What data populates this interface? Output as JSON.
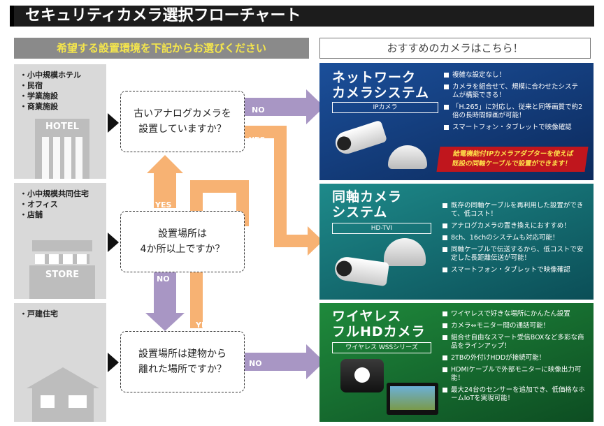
{
  "title": "セキュリティカメラ選択フローチャート",
  "left_header": "希望する設置環境を下記からお選びください",
  "right_header": "おすすめのカメラはこちら！",
  "environments": [
    {
      "items": [
        "・小中規模ホテル",
        "・民宿",
        "・学業施設",
        "・商業施設"
      ],
      "sign": "HOTEL"
    },
    {
      "items": [
        "・小中規模共同住宅",
        "・オフィス",
        "・店舗"
      ],
      "sign": "STORE"
    },
    {
      "items": [
        "・戸建住宅"
      ],
      "sign": ""
    }
  ],
  "questions": [
    [
      "古いアナログカメラを",
      "設置していますか？"
    ],
    [
      "設置場所は",
      "4か所以上ですか？"
    ],
    [
      "設置場所は建物から",
      "離れた場所ですか？"
    ]
  ],
  "arrow_labels": {
    "q1_no": "NO",
    "q1_yes": "YES",
    "q2_yes": "YES",
    "q2_no": "NO",
    "q3_yes": "YES",
    "q3_no": "NO"
  },
  "products": [
    {
      "title": [
        "ネットワーク",
        "カメラシステム"
      ],
      "subtitle": "IPカメラ",
      "features": [
        "複雑な設定なし！",
        "カメラを組合せて、規模に合わせたシステムが構築できる！",
        "「H.265」に対応し、従来と同等画質で約2倍の長時間録画が可能！",
        "スマートフォン・タブレットで映像確認"
      ],
      "note": [
        "給電機能付IPカメラアダプターを使えば",
        "既設の同軸ケーブルで設置ができます！"
      ],
      "color_top": "#1b4f9a",
      "color_bottom": "#0c2a5c"
    },
    {
      "title": [
        "同軸カメラ",
        "システム"
      ],
      "subtitle": "HD-TVI",
      "features": [
        "既存の同軸ケーブルを再利用した設置ができて、低コスト！",
        "アナログカメラの置き換えにおすすめ！",
        "8ch、16chのシステムも対応可能！",
        "同軸ケーブルで伝送するから、低コストで安定した長距離伝送が可能！",
        "スマートフォン・タブレットで映像確認"
      ],
      "color_top": "#1e8a8a",
      "color_bottom": "#0b4e57"
    },
    {
      "title": [
        "ワイヤレス",
        "フルHDカメラ"
      ],
      "subtitle": "ワイヤレス WSSシリーズ",
      "features": [
        "ワイヤレスで好きな場所にかんたん設置",
        "カメラ⇔モニター間の通話可能！",
        "組合せ自由なスマート受信BOXなど多彩な商品をラインアップ！",
        "2TBの外付けHDDが接続可能！",
        "HDMIケーブルで外部モニターに映像出力可能！",
        "最大24台のセンサーを追加でき、低価格なホームIoTを実現可能！"
      ],
      "color_top": "#1f8a3c",
      "color_bottom": "#0d4d22"
    }
  ],
  "colors": {
    "orange": "#f7b273",
    "purple": "#a896c4",
    "note_bg": "#c0161d",
    "note_text": "#ffe14a"
  }
}
